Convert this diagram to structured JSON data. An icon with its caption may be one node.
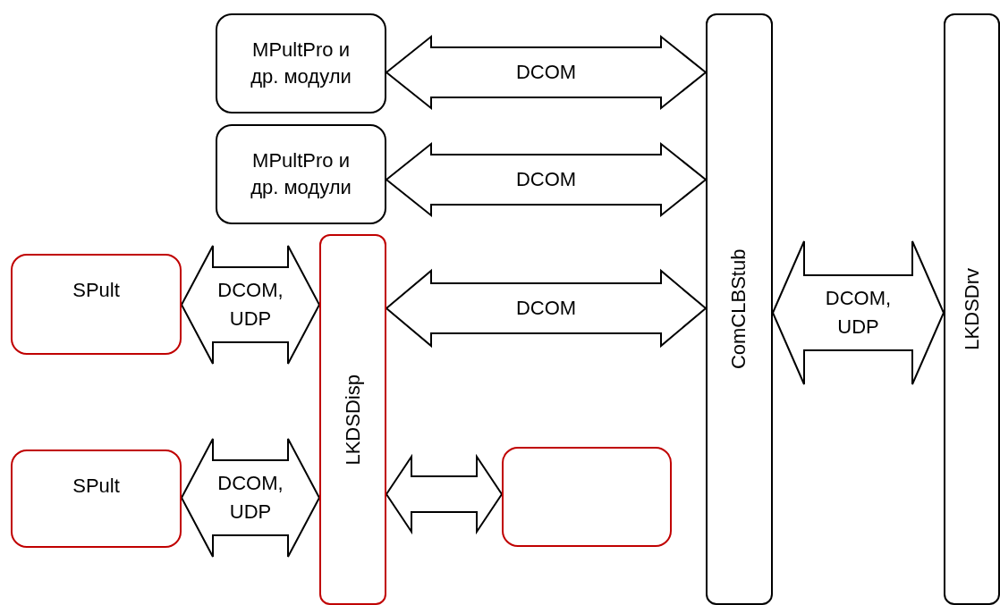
{
  "diagram": {
    "nodes": [
      {
        "text": [
          "MPultPro и др. модули"
        ]
      },
      {
        "text": [
          "MPultPro и др. модули"
        ]
      },
      {
        "text": [
          "SPult"
        ]
      },
      {
        "text": [
          "SPult"
        ]
      },
      {
        "text": [
          "LKDSDisp"
        ]
      },
      {
        "text": [],
        "shape": "box"
      },
      {
        "text": [
          "ComCLBStub"
        ]
      },
      {
        "text": [
          "LKDSDrv"
        ]
      }
    ],
    "edges": [
      {
        "from": 0,
        "to": 6,
        "arrow": "both",
        "label": "DCOM"
      },
      {
        "from": 1,
        "to": 6,
        "arrow": "both",
        "label": "DCOM"
      },
      {
        "from": 2,
        "to": 4,
        "arrow": "both",
        "label": "DCOM, UDP"
      },
      {
        "from": 4,
        "to": 6,
        "arrow": "both",
        "label": "DCOM"
      },
      {
        "from": 3,
        "to": 4,
        "arrow": "both",
        "label": "DCOM, UDP"
      },
      {
        "from": 4,
        "to": 5,
        "arrow": "both"
      },
      {
        "from": 6,
        "to": 7,
        "arrow": "both",
        "label": "DCOM, UDP"
      }
    ]
  }
}
